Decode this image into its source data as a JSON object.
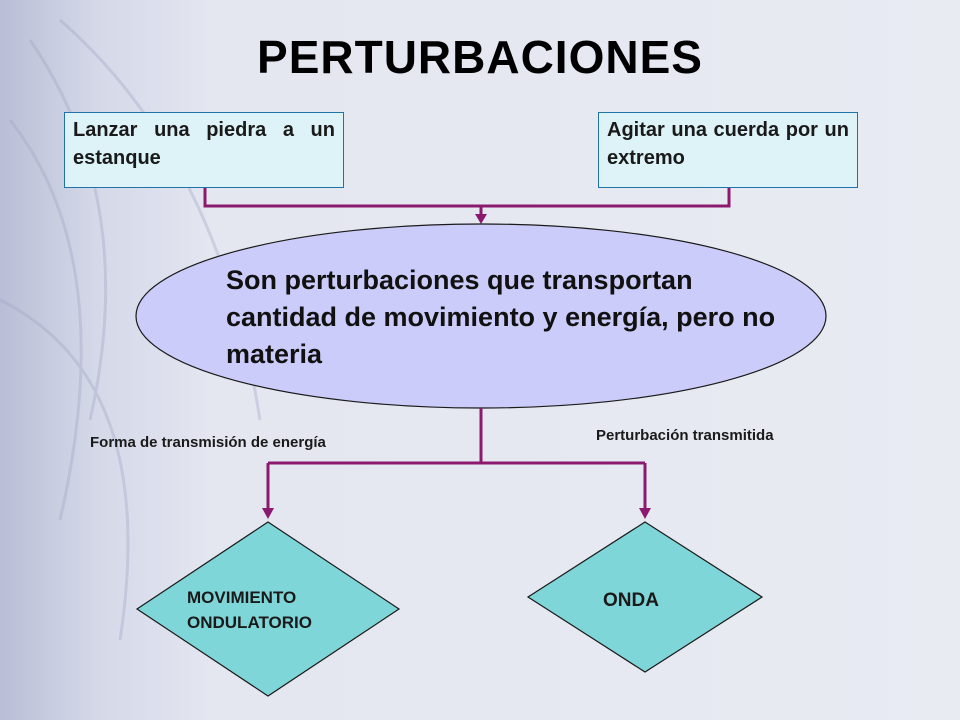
{
  "title": "PERTURBACIONES",
  "box_left": {
    "text": "Lanzar una piedra a un estanque"
  },
  "box_right": {
    "text": "Agitar una cuerda por un extremo"
  },
  "center": {
    "text": "Son perturbaciones que transportan cantidad de movimiento y energía, pero no materia"
  },
  "label_left": "Forma de transmisión de energía",
  "label_right": "Perturbación transmitida",
  "diamond_left": "MOVIMIENTO ONDULATORIO",
  "diamond_right": "ONDA",
  "colors": {
    "connector": "#8b1a6e",
    "box_fill": "#ddf3f8",
    "box_border": "#1f73a8",
    "ellipse_fill": "#ccccfa",
    "diamond_fill": "#7fd6d8"
  }
}
